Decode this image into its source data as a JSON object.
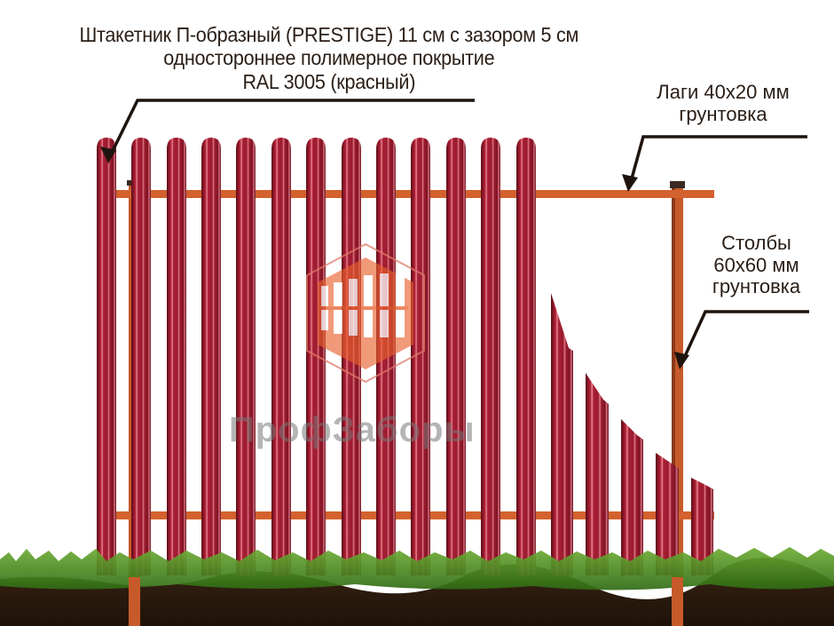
{
  "callouts": {
    "picket": {
      "line1": "Штакетник П-образный (PRESTIGE) 11 см с зазором 5 см",
      "line2": "одностороннее полимерное покрытие",
      "line3": "RAL 3005 (красный)"
    },
    "rails": {
      "line1": "Лаги 40x20 мм",
      "line2": "грунтовка"
    },
    "posts": {
      "line1": "Столбы",
      "line2": "60x60 мм",
      "line3": "грунтовка"
    }
  },
  "watermark": {
    "brand": "ПрофЗаборы",
    "logo_icon": "hexagon-fence-logo"
  },
  "colors": {
    "picket": "#9b1b2e",
    "picket_highlight": "#e88a98",
    "picket_shadow": "#5a0f1a",
    "rail": "#d4622e",
    "post": "#c75a2a",
    "grass": "#4a8a22",
    "soil": "#2e1a0e",
    "callout_line": "#1e140e"
  },
  "fence": {
    "full_pickets": 13,
    "cut_pickets": 5
  }
}
